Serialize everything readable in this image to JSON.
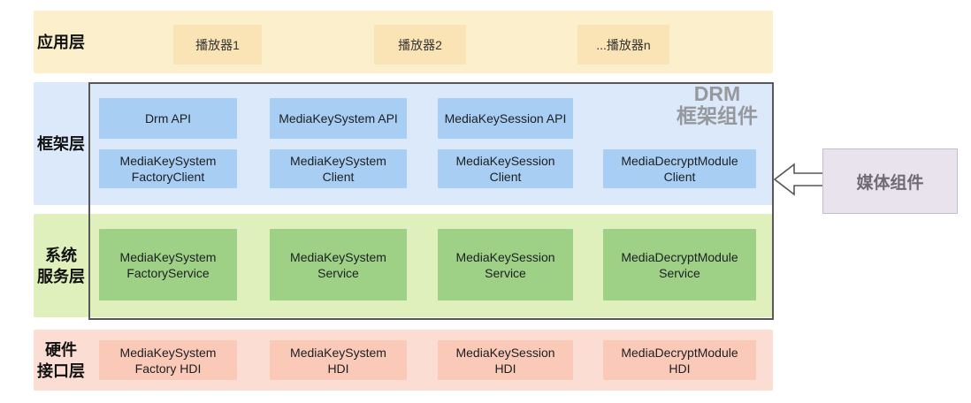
{
  "palette": {
    "app_band": "#FCF0CC",
    "app_box": "#FAE3B5",
    "framework_band": "#DBE9FA",
    "framework_box": "#A8CEF3",
    "service_band": "#DFF0BC",
    "service_box": "#9ED186",
    "hdi_band": "#FBDDD4",
    "hdi_box": "#FAC9B8",
    "group_border": "#58585A",
    "group_title_text": "#96989C",
    "media_box_bg": "#E9E3EE",
    "media_box_border": "#C6BBCF",
    "media_box_text": "#6F6B74"
  },
  "layers": {
    "app": {
      "label": "应用层",
      "boxes": [
        "播放器1",
        "播放器2",
        "...播放器n"
      ]
    },
    "framework": {
      "label": "框架层",
      "api_boxes": [
        "Drm API",
        "MediaKeySystem API",
        "MediaKeySession API"
      ],
      "client_boxes": [
        "MediaKeySystem\nFactoryClient",
        "MediaKeySystem\nClient",
        "MediaKeySession\nClient",
        "MediaDecryptModule\nClient"
      ]
    },
    "service": {
      "label": "系统\n服务层",
      "boxes": [
        "MediaKeySystem\nFactoryService",
        "MediaKeySystem\nService",
        "MediaKeySession\nService",
        "MediaDecryptModule\nService"
      ]
    },
    "hdi": {
      "label": "硬件\n接口层",
      "boxes": [
        "MediaKeySystem\nFactory HDI",
        "MediaKeySystem\nHDI",
        "MediaKeySession\nHDI",
        "MediaDecryptModule\nHDI"
      ]
    }
  },
  "group": {
    "title": "DRM\n框架组件"
  },
  "media_component": {
    "label": "媒体组件"
  }
}
